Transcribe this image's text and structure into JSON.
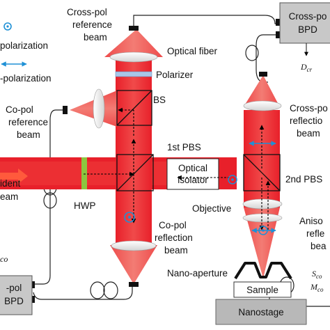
{
  "legend": {
    "cross_polarization": "polarization",
    "co_polarization": "-polarization"
  },
  "labels": {
    "cross_pol_reference_beam_line1": "Cross-pol",
    "cross_pol_reference_beam_line2": "reference",
    "cross_pol_reference_beam_line3": "beam",
    "optical_fiber": "Optical fiber",
    "polarizer": "Polarizer",
    "bs": "BS",
    "co_pol_reference_beam_line1": "Co-pol",
    "co_pol_reference_beam_line2": "reference",
    "co_pol_reference_beam_line3": "beam",
    "first_pbs": "1st PBS",
    "second_pbs": "2nd PBS",
    "incident_line1": "ident",
    "incident_line2": "eam",
    "hwp": "HWP",
    "objective": "Objective",
    "co_pol_reflection_line1": "Co-pol",
    "co_pol_reflection_line2": "reflection",
    "co_pol_reflection_line3": "beam",
    "cross_pol_reflection_line1": "Cross-po",
    "cross_pol_reflection_line2": "reflectio",
    "cross_pol_reflection_line3": "beam",
    "aniso_line1": "Aniso",
    "aniso_line2": "refle",
    "aniso_line3": "bea",
    "nano_aperture": "Nano-aperture",
    "sample": "Sample",
    "nanostage": "Nanostage"
  },
  "boxes": {
    "cross_pol_bpd_line1": "Cross-po",
    "cross_pol_bpd_line2": "BPD",
    "co_pol_bpd_line1": "-pol",
    "co_pol_bpd_line2": "BPD",
    "optical_isolator_line1": "Optical",
    "optical_isolator_line2": "isolator"
  },
  "math": {
    "d_cr": "D",
    "d_cr_sub": "cr",
    "s_co": "S",
    "s_co_sub": "co",
    "m_co": "M",
    "m_co_sub": "co",
    "d_co_sub": "co"
  },
  "colors": {
    "beam_red": "#e8202a",
    "beam_light": "#f47a72",
    "legend_blue": "#1e90d6",
    "hwp_green": "#8cc63f",
    "polarizer_blue": "#a9c6e8",
    "box_gray": "#c8c8c8"
  }
}
